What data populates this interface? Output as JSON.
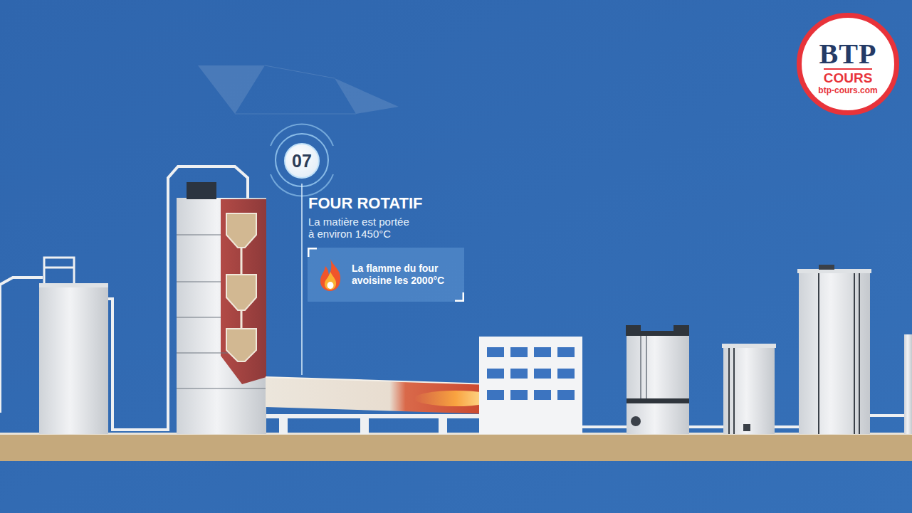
{
  "diagram": {
    "nodes": [
      {
        "text": [
          "07"
        ]
      },
      {
        "text": [
          "La flamme du four avoisine les 2000°C"
        ]
      },
      {
        "text": [
          "BTP",
          "COURS",
          "btp-cours.com"
        ]
      }
    ],
    "labels": [
      "FOUR ROTATIF",
      "La matière est portée à environ 1450°C"
    ]
  }
}
